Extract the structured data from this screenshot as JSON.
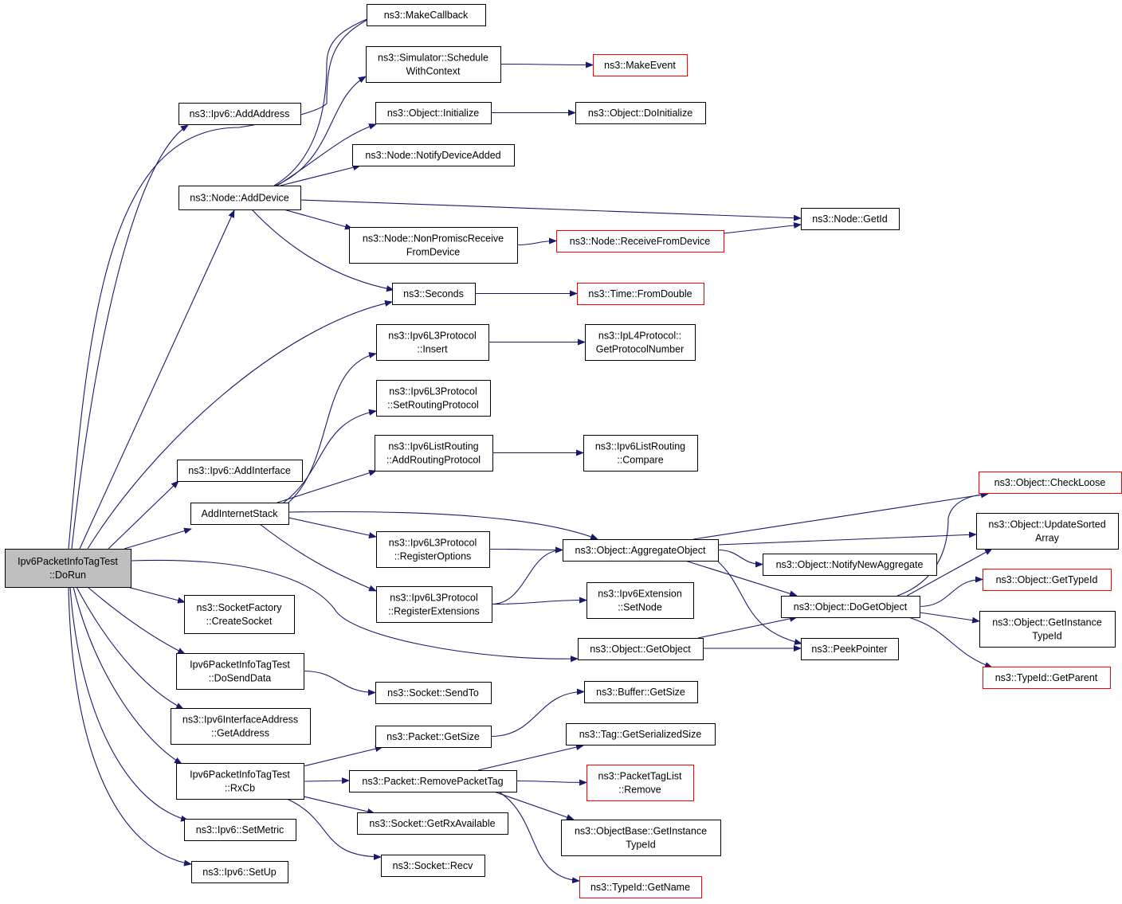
{
  "diagram": {
    "colors": {
      "edge": "#191970",
      "node_border": "#000000",
      "truncated_border": "#ff0000",
      "root_fill": "#bfbfbf",
      "node_fill": "#ffffff"
    },
    "nodes": [
      {
        "id": "dorun",
        "lines": [
          "Ipv6PacketInfoTagTest",
          "::DoRun"
        ],
        "root": true
      },
      {
        "id": "ipv6_addaddress",
        "lines": [
          "ns3::Ipv6::AddAddress"
        ]
      },
      {
        "id": "node_adddevice",
        "lines": [
          "ns3::Node::AddDevice"
        ]
      },
      {
        "id": "ipv6_addinterface",
        "lines": [
          "ns3::Ipv6::AddInterface"
        ]
      },
      {
        "id": "addinternetstack",
        "lines": [
          "AddInternetStack"
        ]
      },
      {
        "id": "socketfactory_createsocket",
        "lines": [
          "ns3::SocketFactory",
          "::CreateSocket"
        ]
      },
      {
        "id": "dosenddata",
        "lines": [
          "Ipv6PacketInfoTagTest",
          "::DoSendData"
        ]
      },
      {
        "id": "ipv6interfaceaddress_getaddress",
        "lines": [
          "ns3::Ipv6InterfaceAddress",
          "::GetAddress"
        ]
      },
      {
        "id": "rxcb",
        "lines": [
          "Ipv6PacketInfoTagTest",
          "::RxCb"
        ]
      },
      {
        "id": "ipv6_setmetric",
        "lines": [
          "ns3::Ipv6::SetMetric"
        ]
      },
      {
        "id": "ipv6_setup",
        "lines": [
          "ns3::Ipv6::SetUp"
        ]
      },
      {
        "id": "makecallback",
        "lines": [
          "ns3::MakeCallback"
        ]
      },
      {
        "id": "simulator_schedulewithcontext",
        "lines": [
          "ns3::Simulator::Schedule",
          "WithContext"
        ]
      },
      {
        "id": "object_initialize",
        "lines": [
          "ns3::Object::Initialize"
        ]
      },
      {
        "id": "node_notifydeviceadded",
        "lines": [
          "ns3::Node::NotifyDeviceAdded"
        ]
      },
      {
        "id": "node_nonpromiscreceivefromdevice",
        "lines": [
          "ns3::Node::NonPromiscReceive",
          "FromDevice"
        ]
      },
      {
        "id": "seconds",
        "lines": [
          "ns3::Seconds"
        ]
      },
      {
        "id": "ipv6l3_insert",
        "lines": [
          "ns3::Ipv6L3Protocol",
          "::Insert"
        ]
      },
      {
        "id": "ipv6l3_setroutingprotocol",
        "lines": [
          "ns3::Ipv6L3Protocol",
          "::SetRoutingProtocol"
        ]
      },
      {
        "id": "ipv6listrouting_addroutingprotocol",
        "lines": [
          "ns3::Ipv6ListRouting",
          "::AddRoutingProtocol"
        ]
      },
      {
        "id": "ipv6l3_registeroptions",
        "lines": [
          "ns3::Ipv6L3Protocol",
          "::RegisterOptions"
        ]
      },
      {
        "id": "ipv6l3_registerextensions",
        "lines": [
          "ns3::Ipv6L3Protocol",
          "::RegisterExtensions"
        ]
      },
      {
        "id": "socket_sendto",
        "lines": [
          "ns3::Socket::SendTo"
        ]
      },
      {
        "id": "packet_getsize",
        "lines": [
          "ns3::Packet::GetSize"
        ]
      },
      {
        "id": "packet_removepackettag",
        "lines": [
          "ns3::Packet::RemovePacketTag"
        ]
      },
      {
        "id": "socket_getrxavailable",
        "lines": [
          "ns3::Socket::GetRxAvailable"
        ]
      },
      {
        "id": "socket_recv",
        "lines": [
          "ns3::Socket::Recv"
        ]
      },
      {
        "id": "makeevent",
        "lines": [
          "ns3::MakeEvent"
        ],
        "truncated": true
      },
      {
        "id": "object_doinitialize",
        "lines": [
          "ns3::Object::DoInitialize"
        ]
      },
      {
        "id": "node_receivefromdevice",
        "lines": [
          "ns3::Node::ReceiveFromDevice"
        ],
        "truncated": true
      },
      {
        "id": "time_fromdouble",
        "lines": [
          "ns3::Time::FromDouble"
        ],
        "truncated": true
      },
      {
        "id": "ipl4protocol_getprotocolnumber",
        "lines": [
          "ns3::IpL4Protocol::",
          "GetProtocolNumber"
        ]
      },
      {
        "id": "ipv6listrouting_compare",
        "lines": [
          "ns3::Ipv6ListRouting",
          "::Compare"
        ]
      },
      {
        "id": "object_aggregateobject",
        "lines": [
          "ns3::Object::AggregateObject"
        ]
      },
      {
        "id": "ipv6extension_setnode",
        "lines": [
          "ns3::Ipv6Extension",
          "::SetNode"
        ]
      },
      {
        "id": "object_getobject",
        "lines": [
          "ns3::Object::GetObject"
        ]
      },
      {
        "id": "buffer_getsize",
        "lines": [
          "ns3::Buffer::GetSize"
        ]
      },
      {
        "id": "tag_getserializedsize",
        "lines": [
          "ns3::Tag::GetSerializedSize"
        ]
      },
      {
        "id": "packettaglist_remove",
        "lines": [
          "ns3::PacketTagList",
          "::Remove"
        ],
        "truncated": true
      },
      {
        "id": "objectbase_getinstancetypeid",
        "lines": [
          "ns3::ObjectBase::GetInstance",
          "TypeId"
        ]
      },
      {
        "id": "typeid_getname",
        "lines": [
          "ns3::TypeId::GetName"
        ],
        "truncated": true
      },
      {
        "id": "node_getid",
        "lines": [
          "ns3::Node::GetId"
        ]
      },
      {
        "id": "object_notifynewaggregate",
        "lines": [
          "ns3::Object::NotifyNewAggregate"
        ]
      },
      {
        "id": "object_dogetobject",
        "lines": [
          "ns3::Object::DoGetObject"
        ]
      },
      {
        "id": "peekpointer",
        "lines": [
          "ns3::PeekPointer"
        ]
      },
      {
        "id": "object_checkloose",
        "lines": [
          "ns3::Object::CheckLoose"
        ],
        "truncated": true
      },
      {
        "id": "object_updatesortedarray",
        "lines": [
          "ns3::Object::UpdateSorted",
          "Array"
        ]
      },
      {
        "id": "object_gettypeid",
        "lines": [
          "ns3::Object::GetTypeId"
        ],
        "truncated": true
      },
      {
        "id": "object_getinstancetypeid",
        "lines": [
          "ns3::Object::GetInstance",
          "TypeId"
        ]
      },
      {
        "id": "typeid_getparent",
        "lines": [
          "ns3::TypeId::GetParent"
        ],
        "truncated": true
      }
    ],
    "edges": [
      [
        "dorun",
        "ipv6_addaddress"
      ],
      [
        "dorun",
        "makecallback"
      ],
      [
        "dorun",
        "node_adddevice"
      ],
      [
        "dorun",
        "seconds"
      ],
      [
        "dorun",
        "ipv6_addinterface"
      ],
      [
        "dorun",
        "addinternetstack"
      ],
      [
        "dorun",
        "object_getobject"
      ],
      [
        "dorun",
        "socketfactory_createsocket"
      ],
      [
        "dorun",
        "dosenddata"
      ],
      [
        "dorun",
        "ipv6interfaceaddress_getaddress"
      ],
      [
        "dorun",
        "rxcb"
      ],
      [
        "dorun",
        "ipv6_setmetric"
      ],
      [
        "dorun",
        "ipv6_setup"
      ],
      [
        "node_adddevice",
        "makecallback"
      ],
      [
        "node_adddevice",
        "simulator_schedulewithcontext"
      ],
      [
        "node_adddevice",
        "object_initialize"
      ],
      [
        "node_adddevice",
        "node_notifydeviceadded"
      ],
      [
        "node_adddevice",
        "node_nonpromiscreceivefromdevice"
      ],
      [
        "node_adddevice",
        "seconds"
      ],
      [
        "node_adddevice",
        "node_getid"
      ],
      [
        "simulator_schedulewithcontext",
        "makeevent"
      ],
      [
        "object_initialize",
        "object_doinitialize"
      ],
      [
        "node_nonpromiscreceivefromdevice",
        "node_receivefromdevice"
      ],
      [
        "node_receivefromdevice",
        "node_getid"
      ],
      [
        "seconds",
        "time_fromdouble"
      ],
      [
        "addinternetstack",
        "ipv6l3_insert"
      ],
      [
        "addinternetstack",
        "ipv6l3_setroutingprotocol"
      ],
      [
        "addinternetstack",
        "ipv6listrouting_addroutingprotocol"
      ],
      [
        "addinternetstack",
        "object_aggregateobject"
      ],
      [
        "addinternetstack",
        "ipv6l3_registeroptions"
      ],
      [
        "addinternetstack",
        "ipv6l3_registerextensions"
      ],
      [
        "ipv6l3_insert",
        "ipl4protocol_getprotocolnumber"
      ],
      [
        "ipv6listrouting_addroutingprotocol",
        "ipv6listrouting_compare"
      ],
      [
        "ipv6l3_registeroptions",
        "object_aggregateobject"
      ],
      [
        "ipv6l3_registerextensions",
        "object_aggregateobject"
      ],
      [
        "ipv6l3_registerextensions",
        "ipv6extension_setnode"
      ],
      [
        "object_aggregateobject",
        "object_checkloose"
      ],
      [
        "object_aggregateobject",
        "object_updatesortedarray"
      ],
      [
        "object_aggregateobject",
        "object_notifynewaggregate"
      ],
      [
        "object_aggregateobject",
        "object_dogetobject"
      ],
      [
        "object_aggregateobject",
        "peekpointer"
      ],
      [
        "object_getobject",
        "object_dogetobject"
      ],
      [
        "object_getobject",
        "peekpointer"
      ],
      [
        "object_dogetobject",
        "object_checkloose"
      ],
      [
        "object_dogetobject",
        "object_updatesortedarray"
      ],
      [
        "object_dogetobject",
        "object_gettypeid"
      ],
      [
        "object_dogetobject",
        "object_getinstancetypeid"
      ],
      [
        "object_dogetobject",
        "typeid_getparent"
      ],
      [
        "dosenddata",
        "socket_sendto"
      ],
      [
        "rxcb",
        "packet_getsize"
      ],
      [
        "rxcb",
        "packet_removepackettag"
      ],
      [
        "rxcb",
        "socket_getrxavailable"
      ],
      [
        "rxcb",
        "socket_recv"
      ],
      [
        "packet_getsize",
        "buffer_getsize"
      ],
      [
        "packet_removepackettag",
        "tag_getserializedsize"
      ],
      [
        "packet_removepackettag",
        "packettaglist_remove"
      ],
      [
        "packet_removepackettag",
        "objectbase_getinstancetypeid"
      ],
      [
        "packet_removepackettag",
        "typeid_getname"
      ]
    ]
  }
}
